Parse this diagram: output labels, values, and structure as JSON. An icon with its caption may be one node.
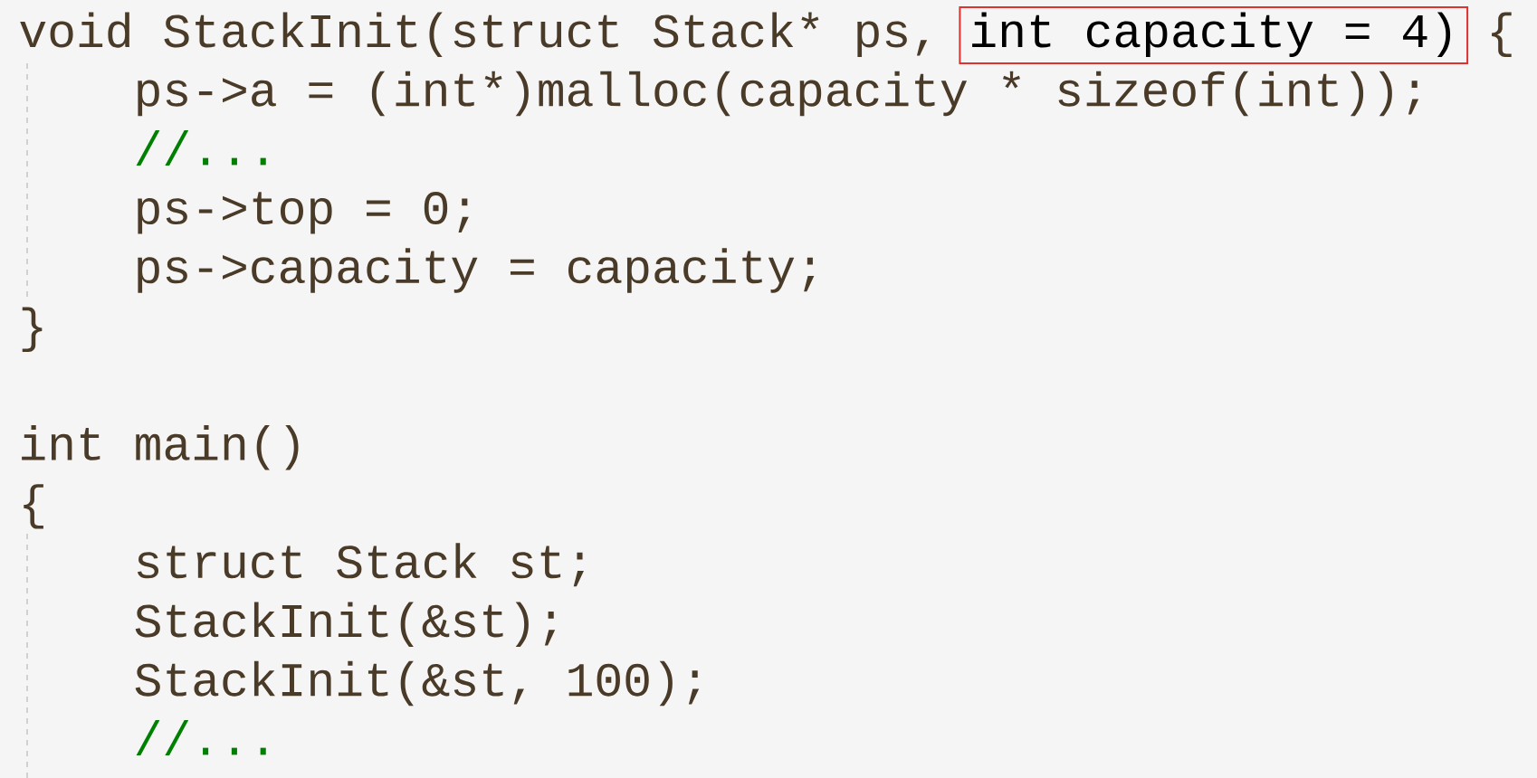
{
  "diagram": {
    "nodes": [
      {
        "text": [
          "int capacity = 4)"
        ]
      }
    ],
    "labels": [
      "void StackInit(struct Stack* ps,",
      "{",
      "ps->a = (int*)malloc(capacity * sizeof(int));",
      "//...",
      "ps->top = 0;",
      "ps->capacity = capacity;",
      "}",
      "int main()",
      "{",
      "struct Stack st;",
      "StackInit(&st);",
      "StackInit(&st, 100);",
      "//..."
    ]
  }
}
